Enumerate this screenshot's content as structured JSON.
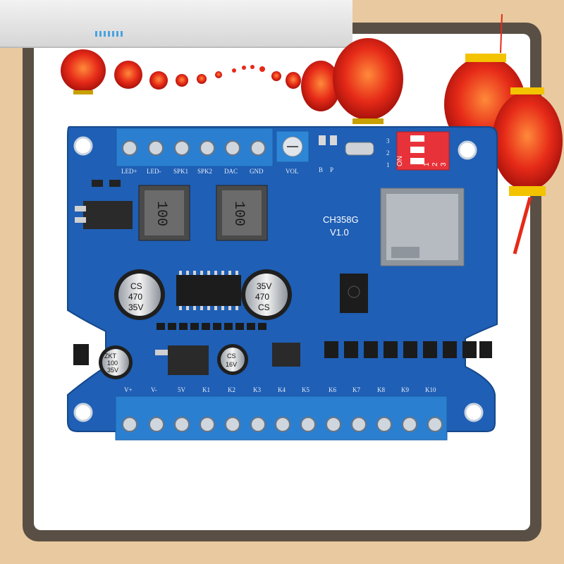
{
  "board": {
    "chip_name": "CH358G",
    "version": "V1.0",
    "top_terminals": [
      "LED+",
      "LED-",
      "SPK1",
      "SPK2",
      "DAC",
      "GND"
    ],
    "vol_label": "VOL",
    "bp_labels": [
      "B",
      "P"
    ],
    "dip": {
      "numbers": [
        "1",
        "2",
        "3"
      ],
      "on_label": "ON",
      "side_numbers": [
        "3",
        "2",
        "1"
      ]
    },
    "inductor_marking": "100",
    "cap_big_left": [
      "CS",
      "470",
      "35V"
    ],
    "cap_big_right": [
      "35V",
      "470",
      "CS"
    ],
    "cap_small_left": [
      "ZKT",
      "100",
      "35V"
    ],
    "cap_small_right": [
      "CS",
      "16V"
    ],
    "bottom_terminals": [
      "V+",
      "V-",
      "5V",
      "K1",
      "K2",
      "K3",
      "K4",
      "K5",
      "K6",
      "K7",
      "K8",
      "K9",
      "K10"
    ]
  },
  "colors": {
    "pcb": "#1f5fb5",
    "terminal": "#2b7fd0",
    "dip": "#e8323a",
    "lantern": "#e62a18"
  }
}
